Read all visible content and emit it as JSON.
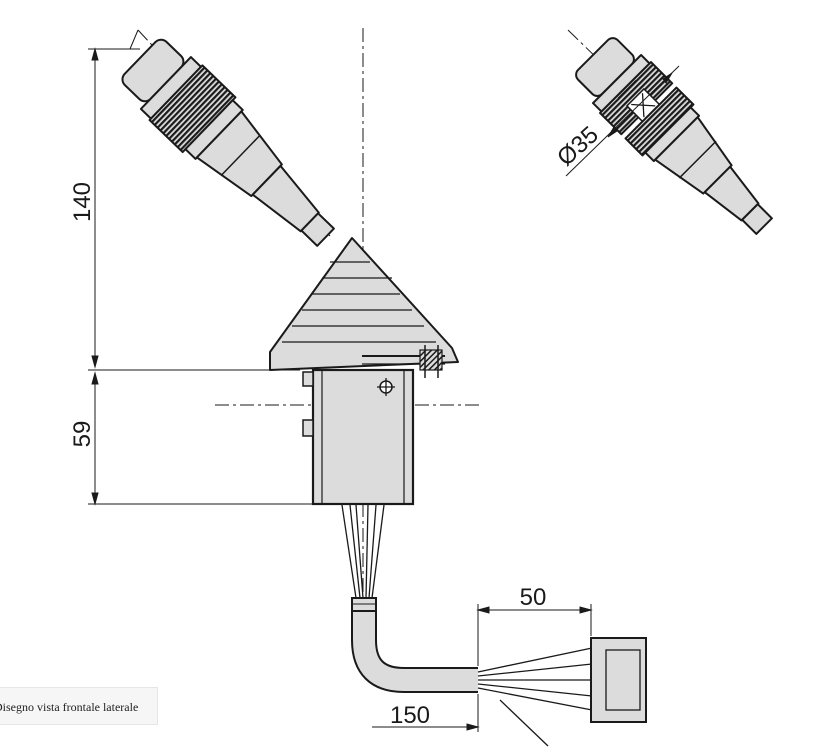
{
  "dimensions": {
    "height_upper": "140",
    "height_lower": "59",
    "diameter": "Ø35",
    "width_connector": "50",
    "cable_length": "150"
  },
  "caption": "Disegno vista frontale laterale",
  "colors": {
    "fill": "#dcdcdc",
    "stroke": "#1a1a1a"
  }
}
